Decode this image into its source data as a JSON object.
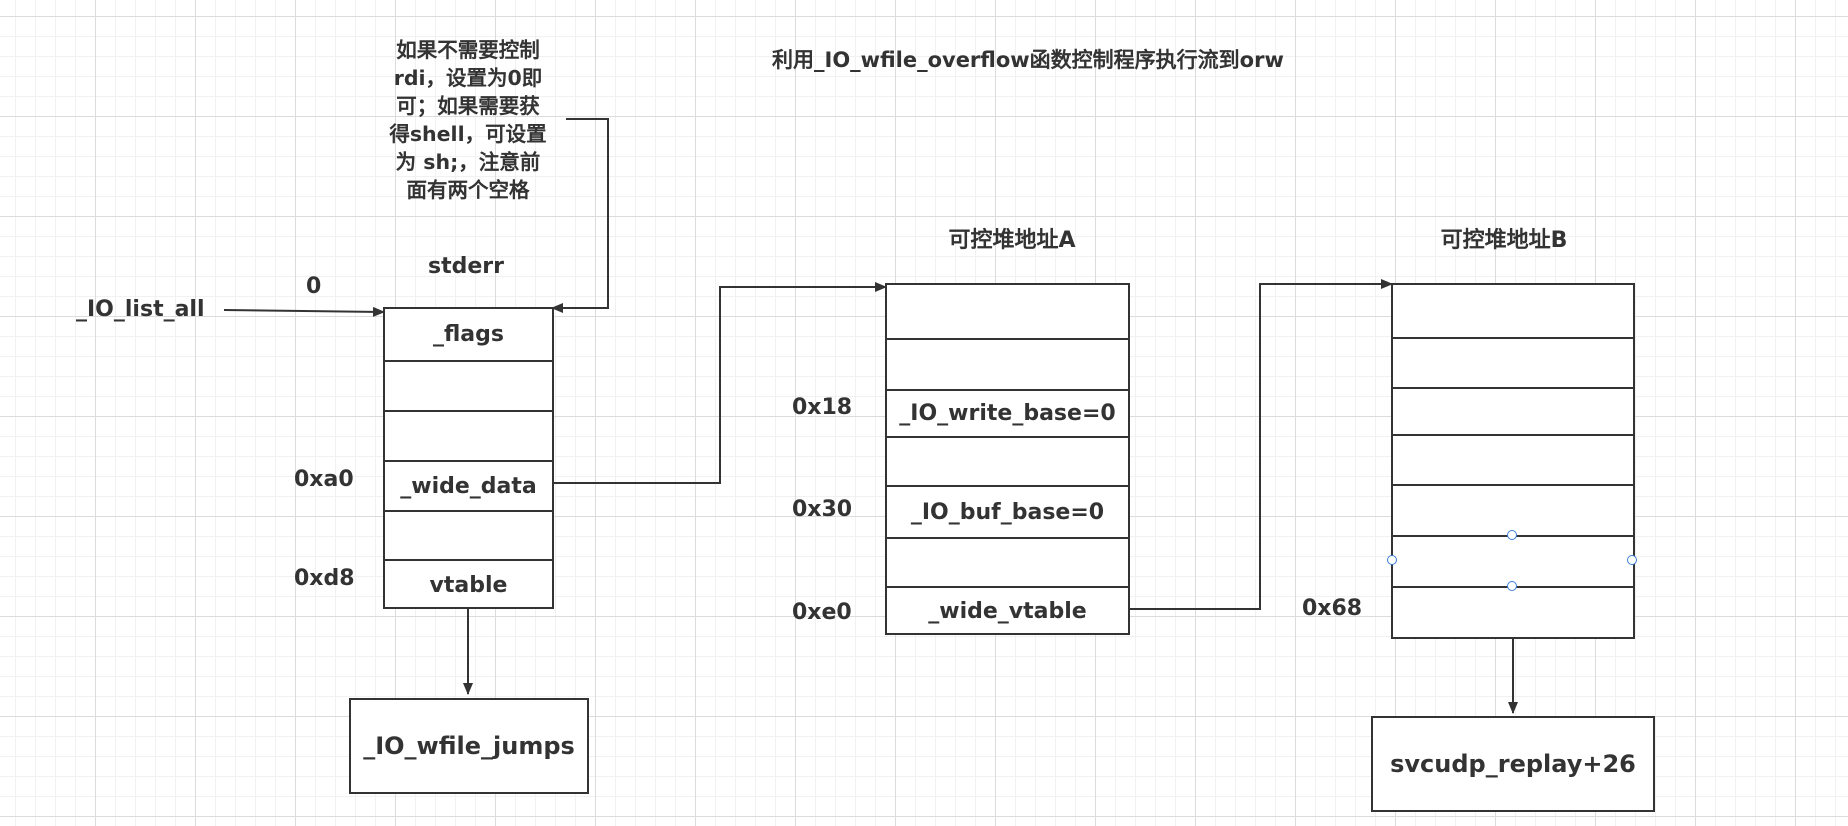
{
  "title": "利用_IO_wfile_overflow函数控制程序执行流到orw",
  "note_lines": [
    "如果不需要控制",
    "rdi，设置为0即",
    "可；如果需要获",
    "得shell，可设置",
    "为 sh;，注意前",
    "面有两个空格"
  ],
  "io_list_all": "_IO_list_all",
  "list_offset": "0",
  "stderr": {
    "title": "stderr",
    "cells": [
      "_flags",
      "",
      "",
      "_wide_data",
      "",
      "vtable"
    ],
    "offsets": {
      "wide_data": "0xa0",
      "vtable": "0xd8"
    }
  },
  "jumps_box": "_IO_wfile_jumps",
  "heap_a": {
    "title": "可控堆地址A",
    "cells": [
      "",
      "",
      "_IO_write_base=0",
      "",
      "_IO_buf_base=0",
      "",
      "_wide_vtable"
    ],
    "offsets": {
      "write_base": "0x18",
      "buf_base": "0x30",
      "wide_vtable": "0xe0"
    }
  },
  "heap_b": {
    "title": "可控堆地址B",
    "cells": [
      "",
      "",
      "",
      "",
      "",
      "",
      ""
    ],
    "offsets": {
      "last": "0x68"
    }
  },
  "svcudp_box": "svcudp_replay+26",
  "colors": {
    "stroke": "#333333",
    "grid": "#dcdcdc",
    "handle": "#3b7ddd"
  }
}
